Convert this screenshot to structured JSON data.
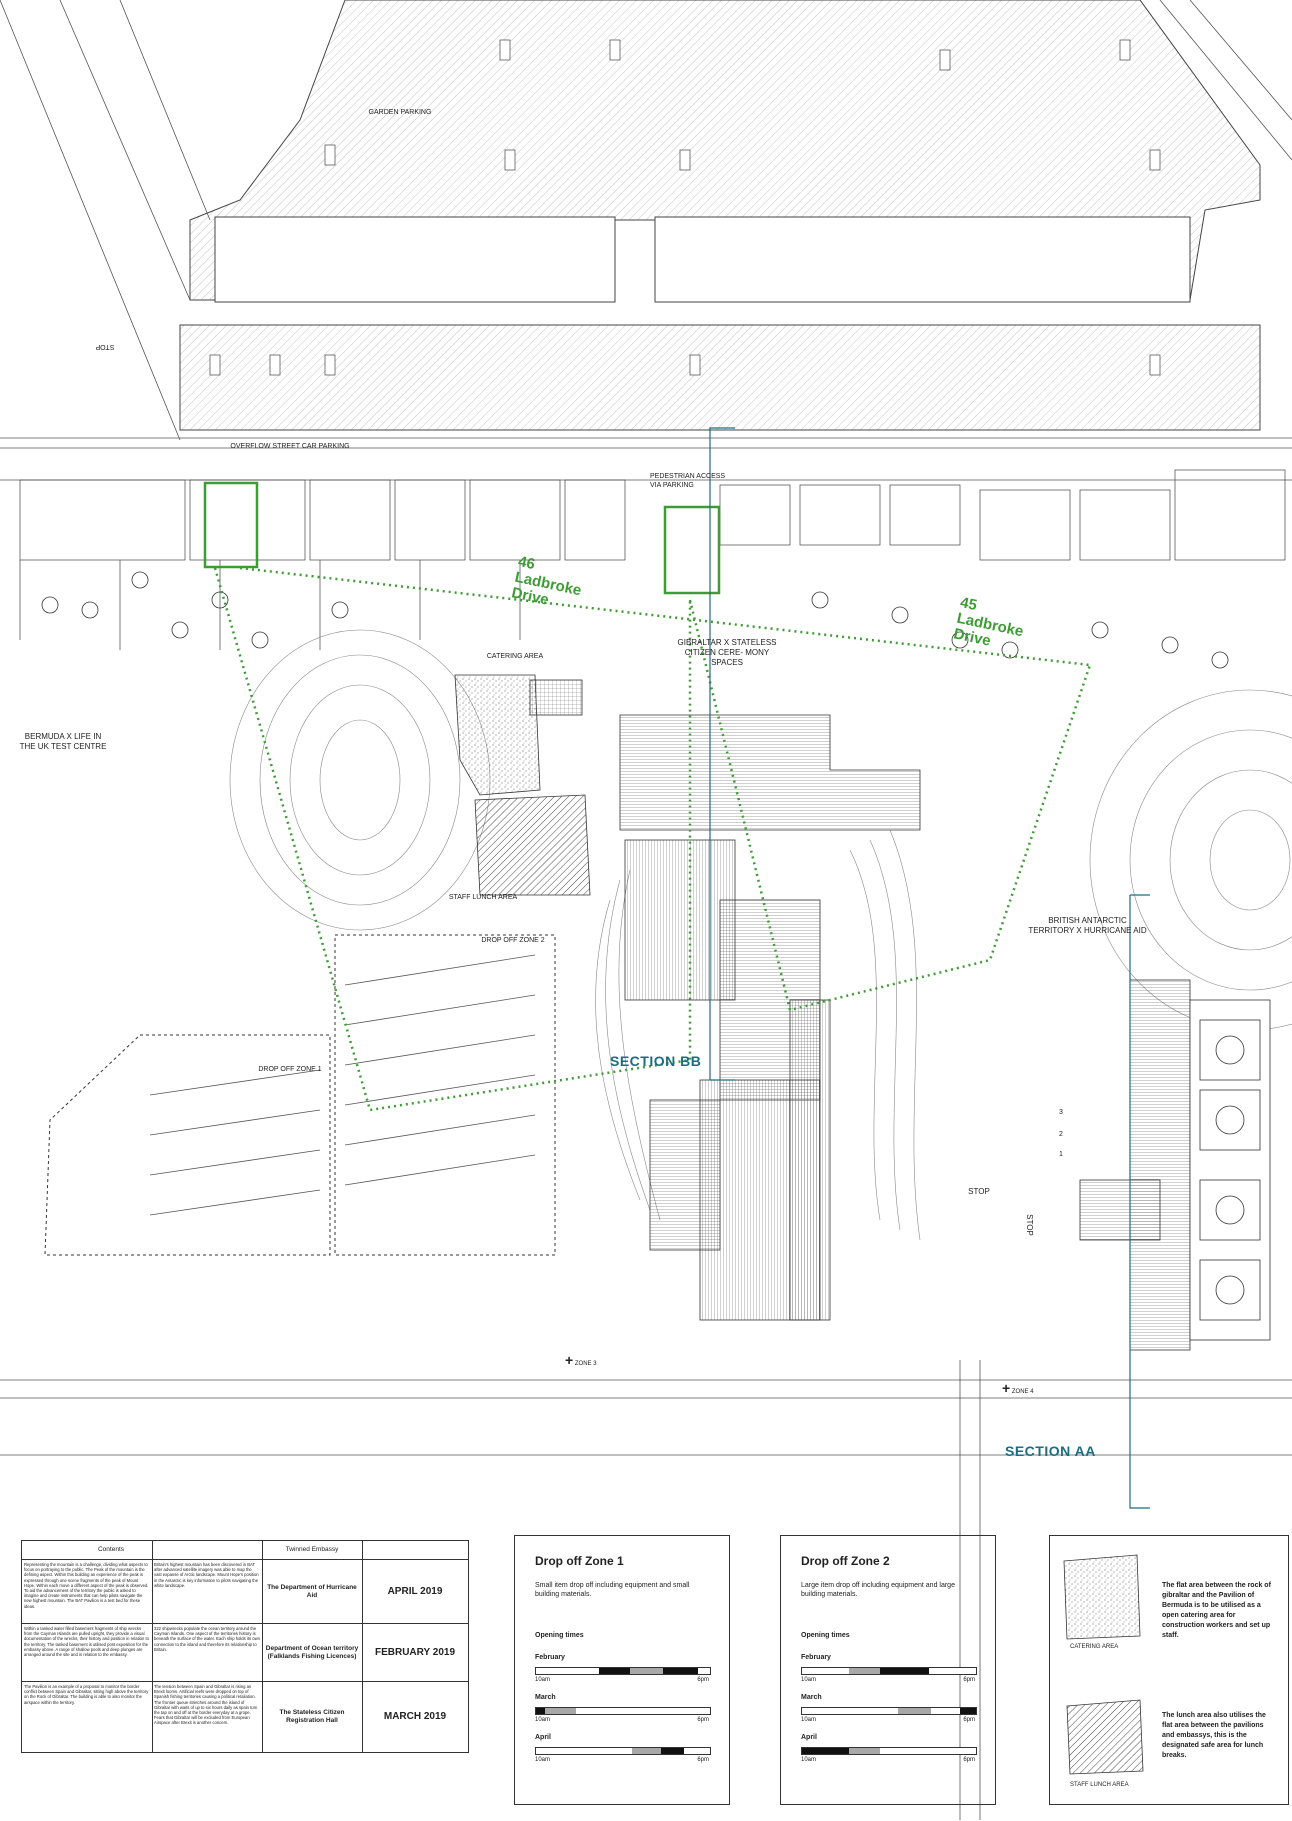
{
  "map": {
    "labels": {
      "garden_parking": "GARDEN PARKING",
      "stop_top": "STOP",
      "overflow_parking": "OVERFLOW STREET CAR PARKING",
      "pedestrian_access": "PEDESTRIAN ACCESS VIA PARKING",
      "catering_area": "CATERING AREA",
      "gibraltar": "GIBRALTAR X STATELESS CITIZEN CERE- MONY SPACES",
      "bermuda": "BERMUDA X LIFE IN THE UK TEST CENTRE",
      "staff_lunch": "STAFF LUNCH AREA",
      "drop_off_zone_2": "DROP OFF ZONE 2",
      "drop_off_zone_1": "DROP OFF ZONE 1",
      "british_antarctic": "BRITISH ANTARCTIC TERRITORY X HURRICANE AID",
      "stop_right_1": "STOP",
      "stop_right_2": "STOP",
      "zone_3": "ZONE 3",
      "zone_4": "ZONE 4",
      "step_3": "3",
      "step_2": "2",
      "step_1": "1"
    },
    "green_labels": {
      "drive_46": "46 Ladbroke Drive",
      "drive_45": "45 Ladbroke Drive"
    },
    "section_labels": {
      "section_bb": "SECTION BB",
      "section_aa": "SECTION AA"
    },
    "colors": {
      "linework": "#333333",
      "green": "#3e9c35",
      "teal": "#1a6e80"
    }
  },
  "contents_table": {
    "header_contents": "Contents",
    "header_embassy": "Twinned Embassy",
    "rows": [
      {
        "text_a": "Representing the mountain is a challenge, dividing what aspects to focus on portraying to the public. The Peak of the mountain is the defining aspect. Within this building an experience of the peak is expressed through one scene fragments of the peak of Mount Hope. Within each move a different aspect of the peak is observed. To aid the advancement of the territory the public is asked to imagine and create instruments that can help pilots navigate the new highest mountain. The BAT Pavilion is a test bed for these ideas.",
        "text_b": "Britain's highest mountain has been discovered in BAT after advanced satellite imagery was able to map the vast expanse of Arctic landscape. Mount Hope's position in the Antarctic is key information to pilots navigating the white landscape.",
        "embassy": "The Department of Hurricane Aid",
        "date": "APRIL 2019"
      },
      {
        "text_a": "Within a tanked water filled basement fragments of ship wrecks from the Cayman Islands are pulled upright, they provide a visual documentation of the wrecks, their history and position in relation to the territory. The tanked basement is utilised post exposition for the embassy above. A range of shallow pools and deep plunges are arranged around the site and in relation to the embassy.",
        "text_b": "322 shipwrecks populate the ocean territory around the Cayman Islands. One aspect of the territories history is beneath the surface of the water. Each ship holds its own connection to the island and therefore its relationship to Britain.",
        "embassy": "Department of Ocean territory (Falklands Fishing Licences)",
        "date": "FEBRUARY 2019"
      },
      {
        "text_a": "The Pavilion is an example of a proposal to monitor the border conflict between Spain and Gibraltar, sitting high above the territory on the Rock of Gibraltar. The building is able to also monitor the airspace within the territory.",
        "text_b": "The tension between Spain and Gibraltar is rising as Brexit looms. Artificial reefs were dropped on top of Spanish fishing territories causing a political retaliation. The frontier queue stretches around the island of Gibraltar with waits of up to six hours daily as spain turn the tap on and off at the border everyday at a grope. Fears that Gibraltar will be excluded from European Airspace after Brexit is another concern.",
        "embassy": "The Stateless Citizen Registration Hall",
        "date": "MARCH 2019"
      }
    ]
  },
  "zone1": {
    "title": "Drop off Zone 1",
    "description": "Small item drop off including equipment and small building materials.",
    "opening_label": "Opening times",
    "start_label": "10am",
    "end_label": "6pm",
    "months": [
      {
        "name": "February",
        "segments": [
          {
            "from": 0.36,
            "to": 0.54,
            "fill": "#111111"
          },
          {
            "from": 0.54,
            "to": 0.73,
            "fill": "#a8a8a8"
          },
          {
            "from": 0.73,
            "to": 0.93,
            "fill": "#111111"
          }
        ]
      },
      {
        "name": "March",
        "segments": [
          {
            "from": 0.0,
            "to": 0.05,
            "fill": "#111111"
          },
          {
            "from": 0.05,
            "to": 0.23,
            "fill": "#a8a8a8"
          }
        ]
      },
      {
        "name": "April",
        "segments": [
          {
            "from": 0.55,
            "to": 0.72,
            "fill": "#a8a8a8"
          },
          {
            "from": 0.72,
            "to": 0.85,
            "fill": "#111111"
          }
        ]
      }
    ]
  },
  "zone2": {
    "title": "Drop off Zone 2",
    "description": "Large item drop off including equipment and large building materials.",
    "opening_label": "Opening times",
    "start_label": "10am",
    "end_label": "6pm",
    "months": [
      {
        "name": "February",
        "segments": [
          {
            "from": 0.27,
            "to": 0.45,
            "fill": "#a8a8a8"
          },
          {
            "from": 0.45,
            "to": 0.73,
            "fill": "#111111"
          }
        ]
      },
      {
        "name": "March",
        "segments": [
          {
            "from": 0.55,
            "to": 0.74,
            "fill": "#a8a8a8"
          },
          {
            "from": 0.91,
            "to": 1.0,
            "fill": "#111111"
          }
        ]
      },
      {
        "name": "April",
        "segments": [
          {
            "from": 0.0,
            "to": 0.27,
            "fill": "#111111"
          },
          {
            "from": 0.27,
            "to": 0.45,
            "fill": "#a8a8a8"
          }
        ]
      }
    ]
  },
  "area_legend": {
    "catering_caption": "CATERING AREA",
    "catering_text": "The flat area between the rock of gibraltar and the Pavilion of Bermuda is to be utilised as a open catering area for construction workers and set up staff.",
    "lunch_caption": "STAFF LUNCH AREA",
    "lunch_text": "The lunch area also utilises the flat area between the pavilions and embassys, this is the designated safe area for lunch breaks."
  }
}
